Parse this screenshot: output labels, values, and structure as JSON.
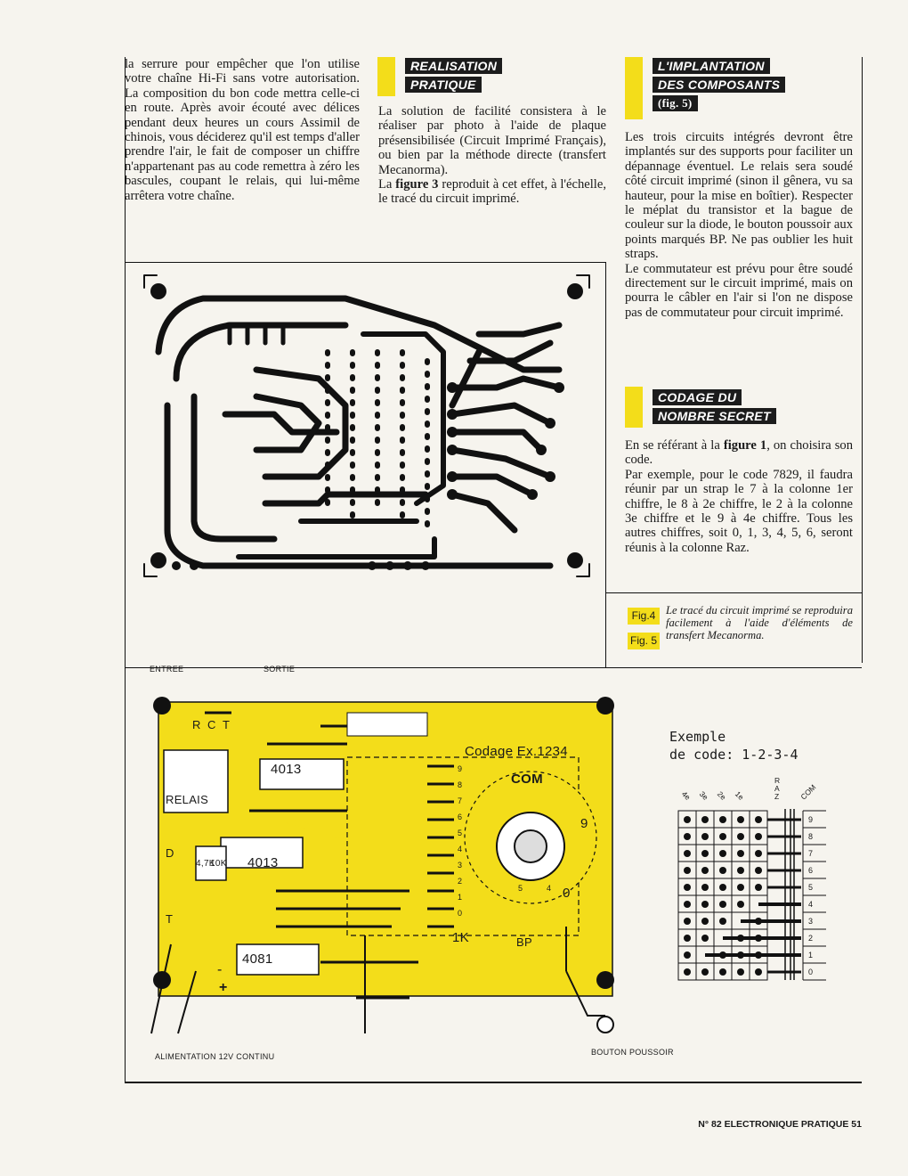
{
  "col1": {
    "text": "la serrure pour empêcher que l'on utilise votre chaîne Hi-Fi sans votre autorisation. La composition du bon code mettra celle-ci en route. Après avoir écouté avec délices pendant deux heures un cours Assimil de chinois, vous déciderez qu'il est temps d'aller prendre l'air, le fait de composer un chiffre n'appartenant pas au code remettra à zéro les bascules, coupant le relais, qui lui-même arrêtera votre chaîne."
  },
  "col2": {
    "heading": [
      "REALISATION",
      "PRATIQUE"
    ],
    "p1": "La solution de facilité consistera à le réaliser par photo à l'aide de plaque présensibilisée (Circuit Imprimé Français), ou bien par la méthode directe (transfert Mecanorma).",
    "p2_pre": "La ",
    "p2_bold": "figure 3",
    "p2_post": " reproduit à cet effet, à l'échelle, le tracé du circuit imprimé."
  },
  "col3": {
    "heading": [
      "L'IMPLANTATION",
      "DES COMPOSANTS"
    ],
    "fig": "(fig. 5)",
    "p1": "Les trois circuits intégrés devront être implantés sur des supports pour faciliter un dépannage éventuel. Le relais sera soudé côté circuit imprimé (sinon il gênera, vu sa hauteur, pour la mise en boîtier). Respecter le méplat du transistor et la bague de couleur sur la diode, le bouton poussoir aux points marqués BP. Ne pas oublier les huit straps.",
    "p2": "Le commutateur est prévu pour être soudé directement sur le circuit imprimé, mais on pourra le câbler en l'air si l'on ne dispose pas de commutateur pour circuit imprimé.",
    "heading2": [
      "CODAGE DU",
      "NOMBRE SECRET"
    ],
    "p3_pre": "En se référant à la ",
    "p3_bold": "figure 1",
    "p3_post": ", on choisira son code.",
    "p4": "Par exemple, pour le code 7829, il faudra réunir par un strap le 7 à la colonne 1er chiffre, le 8 à 2e chiffre, le 2 à la colonne 3e chiffre et le 9 à 4e chiffre. Tous les autres chiffres, soit 0, 1, 3, 4, 5, 6, seront réunis à la colonne Raz."
  },
  "caption": {
    "fig4": "Fig.4",
    "fig5": "Fig. 5",
    "text": "Le tracé du circuit imprimé se reproduira facilement à l'aide d'éléments de transfert Mecanorma."
  },
  "implant": {
    "entree": "ENTREE",
    "sortie": "SORTIE",
    "r": "R",
    "c": "C",
    "t": "T",
    "relais": "RELAIS",
    "ic1": "4013",
    "ic2": "4013",
    "ic3": "4081",
    "res1": "4,7K",
    "res2": "10K",
    "d": "D",
    "tr": "T",
    "r1k": "1K",
    "bp": "BP",
    "codage": "Codage Ex.1234",
    "com": "COM",
    "digits": [
      "9",
      "8",
      "7",
      "6",
      "5",
      "4",
      "3",
      "2",
      "1",
      "0"
    ],
    "sw_labels": [
      "9",
      "5",
      "4",
      "0"
    ],
    "minus": "-",
    "plus": "+",
    "alim": "ALIMENTATION 12V CONTINU",
    "bouton": "BOUTON POUSSOIR"
  },
  "example": {
    "title1": "Exemple",
    "title2": "de code: 1-2-3-4",
    "cols": [
      "4e",
      "3e",
      "2e",
      "1e",
      "RAZ",
      "COM"
    ],
    "rows": [
      "9",
      "8",
      "7",
      "6",
      "5",
      "4",
      "3",
      "2",
      "1",
      "0"
    ]
  },
  "footer": "N° 82 ELECTRONIQUE PRATIQUE 51"
}
